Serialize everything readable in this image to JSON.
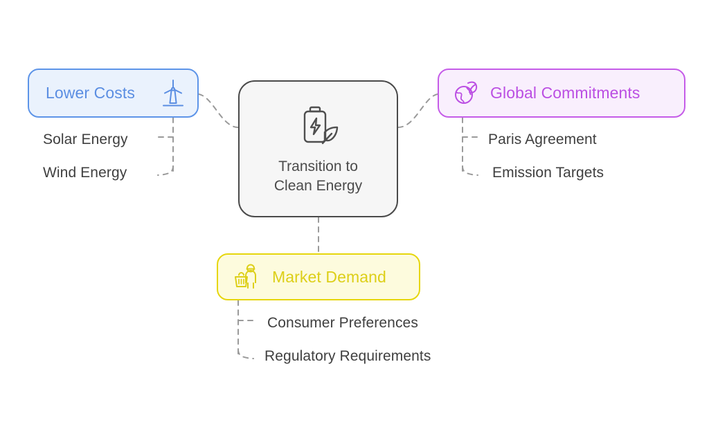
{
  "diagram": {
    "type": "mind-map",
    "title": "Transition to Clean Energy",
    "background_color": "#ffffff",
    "connector_style": "dashed",
    "connector_color": "#9a9a9a"
  },
  "center": {
    "label": "Transition to\nClean Energy",
    "icon": "battery-leaf-icon",
    "border_color": "#4a4a4a",
    "fill_color": "#f6f6f6",
    "text_color": "#4b4b4b"
  },
  "branches": [
    {
      "id": "lower-costs",
      "label": "Lower Costs",
      "icon": "wind-turbine-icon",
      "position": "left",
      "accent_color": "#5d94e8",
      "text_color": "#5b8ee2",
      "fill_color": "#eaf2fd",
      "children": [
        {
          "label": "Solar Energy"
        },
        {
          "label": "Wind Energy"
        }
      ]
    },
    {
      "id": "global-commitments",
      "label": "Global Commitments",
      "icon": "globe-leaf-icon",
      "position": "right",
      "accent_color": "#c55ce8",
      "text_color": "#bb4fe3",
      "fill_color": "#f9effd",
      "children": [
        {
          "label": "Paris Agreement"
        },
        {
          "label": "Emission Targets"
        }
      ]
    },
    {
      "id": "market-demand",
      "label": "Market Demand",
      "icon": "shopper-basket-icon",
      "position": "bottom",
      "accent_color": "#e6d60c",
      "text_color": "#ddcf18",
      "fill_color": "#fdfbdd",
      "children": [
        {
          "label": "Consumer Preferences"
        },
        {
          "label": "Regulatory Requirements"
        }
      ]
    }
  ]
}
